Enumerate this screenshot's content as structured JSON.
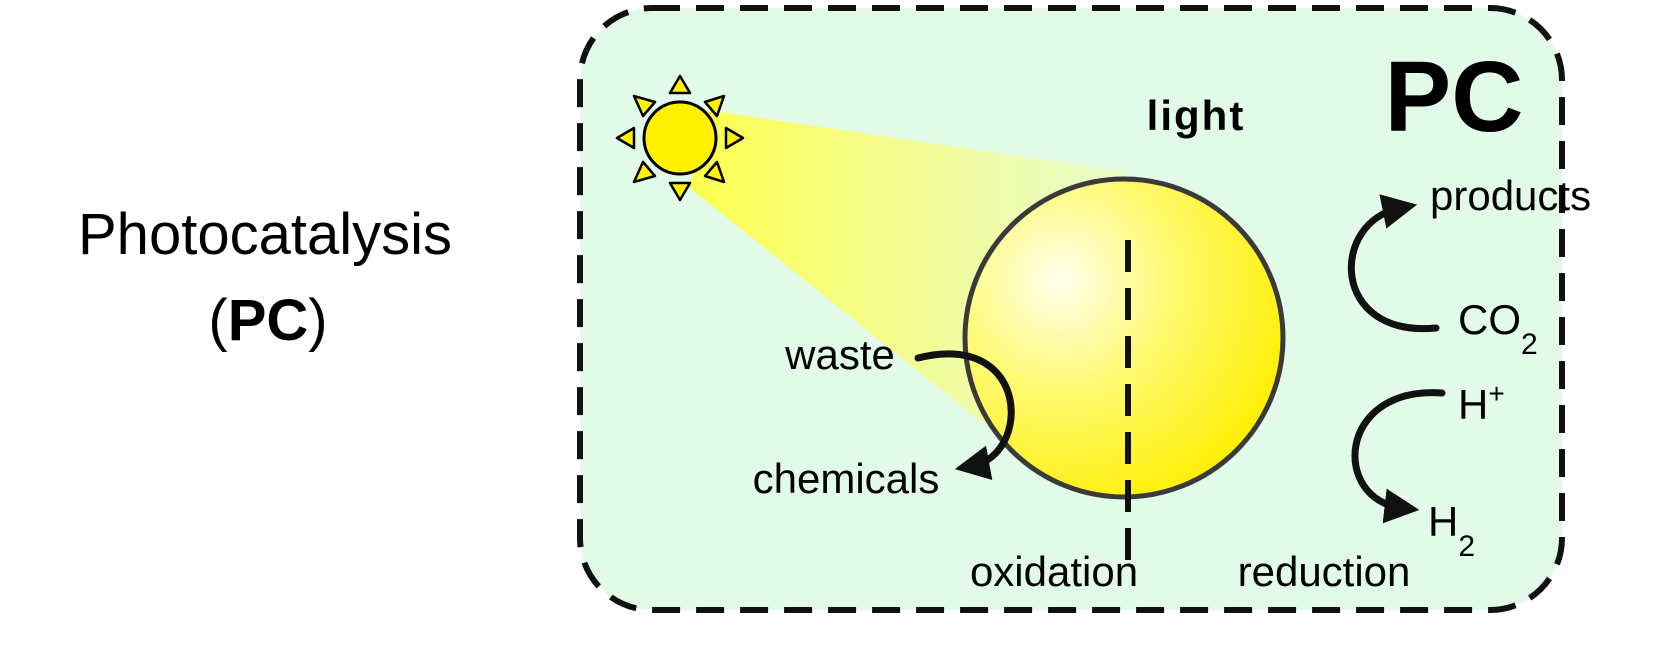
{
  "side_label": {
    "line1": "Photocatalysis",
    "open_paren": "(",
    "abbr": "PC",
    "close_paren": ")"
  },
  "panel": {
    "badge": "PC",
    "light_label": "light",
    "oxidation_label": "oxidation",
    "reduction_label": "reduction",
    "left_reaction": {
      "from": "waste",
      "to": "chemicals"
    },
    "right_top_reaction": {
      "from_base": "CO",
      "from_sub": "2",
      "to": "products"
    },
    "right_bottom_reaction": {
      "from_base": "H",
      "from_sup": "+",
      "to_base": "H",
      "to_sub": "2"
    }
  },
  "colors": {
    "panel_fill": "#e2fbe9",
    "sun": "#fff200",
    "particle": "#ffee00",
    "stroke": "#000000"
  }
}
